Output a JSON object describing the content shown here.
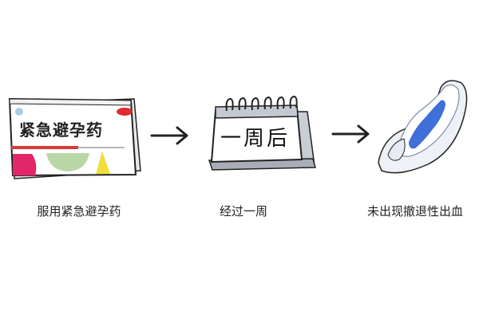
{
  "steps": [
    {
      "box_label": "紧急避孕药",
      "caption": "服用紧急避孕药",
      "icon": "emergency-contraceptive-box"
    },
    {
      "calendar_label": "一周后",
      "caption": "经过一周",
      "icon": "desk-calendar"
    },
    {
      "caption": "未出现撤退性出血",
      "icon": "sanitary-pad"
    }
  ],
  "arrows": [
    "arrow-right",
    "arrow-right"
  ],
  "colors": {
    "pill_box_red": "#d63a3a",
    "pill_box_pink": "#e3266a",
    "pill_box_green": "#b9d7a6",
    "pill_box_yellow": "#f2dc3c",
    "calendar_gray": "#a8adb8",
    "pad_blue": "#3f6fd8",
    "outline": "#222222"
  }
}
